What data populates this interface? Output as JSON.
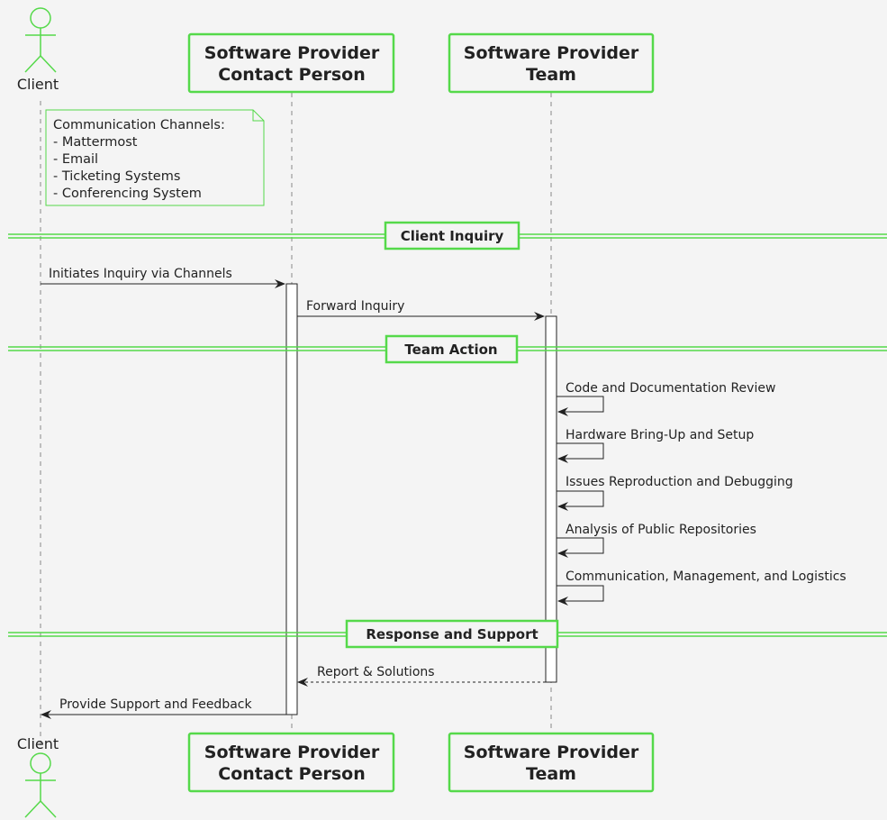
{
  "colors": {
    "background": "#f4f4f4",
    "accent": "#55d94a",
    "line": "#222222",
    "lifeline": "#888888"
  },
  "participants": {
    "client": {
      "label": "Client",
      "icon": "stick-figure-icon"
    },
    "contact": {
      "line1": "Software Provider",
      "line2": "Contact Person"
    },
    "team": {
      "line1": "Software Provider",
      "line2": "Team"
    }
  },
  "note": {
    "title": "Communication Channels:",
    "items": [
      "- Mattermost",
      "- Email",
      "- Ticketing Systems",
      "- Conferencing System"
    ]
  },
  "dividers": [
    "Client Inquiry",
    "Team Action",
    "Response and Support"
  ],
  "messages": [
    "Initiates Inquiry via Channels",
    "Forward Inquiry",
    "Code and Documentation Review",
    "Hardware Bring-Up and Setup",
    "Issues Reproduction and Debugging",
    "Analysis of Public Repositories",
    "Communication, Management, and Logistics",
    "Report & Solutions",
    "Provide Support and Feedback"
  ]
}
